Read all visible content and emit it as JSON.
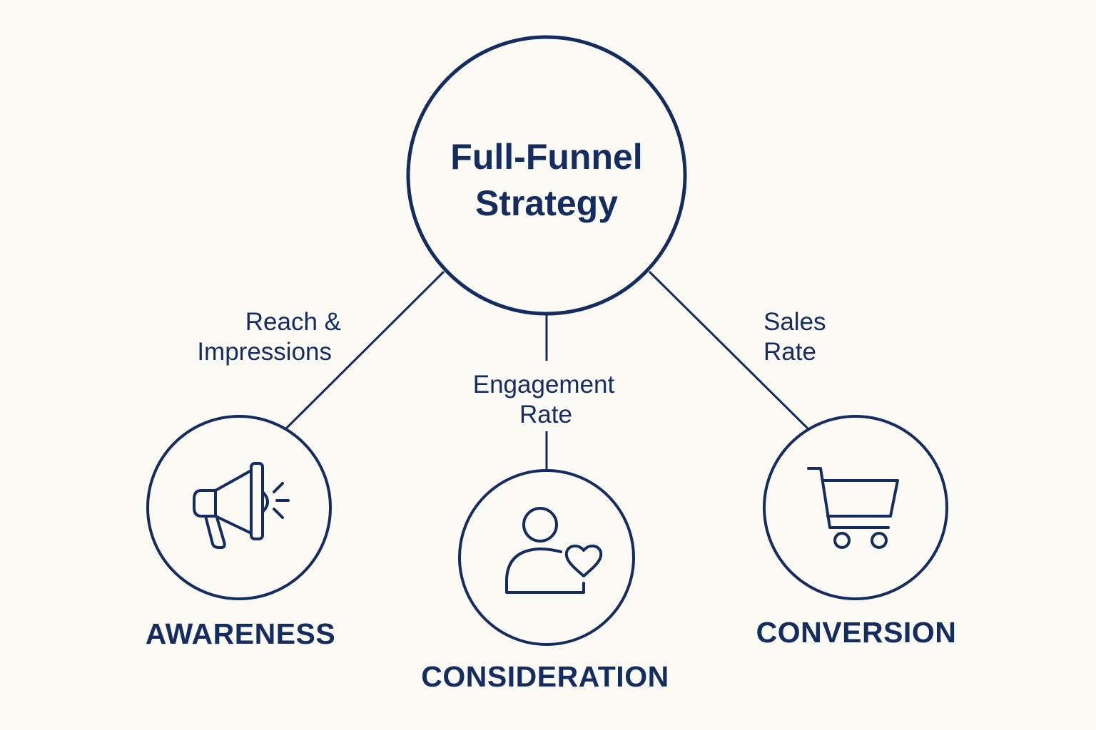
{
  "colors": {
    "background": "#FBFAF4",
    "primary": "#142C5F"
  },
  "hub": {
    "line1": "Full-Funnel",
    "line2": "Strategy"
  },
  "stages": [
    {
      "label": "AWARENESS",
      "icon": "megaphone-icon",
      "metric_line1": "Reach &",
      "metric_line2": "Impressions"
    },
    {
      "label": "CONSIDERATION",
      "icon": "person-heart-icon",
      "metric_line1": "Engagement",
      "metric_line2": "Rate"
    },
    {
      "label": "CONVERSION",
      "icon": "shopping-cart-icon",
      "metric_line1": "Sales",
      "metric_line2": "Rate"
    }
  ]
}
